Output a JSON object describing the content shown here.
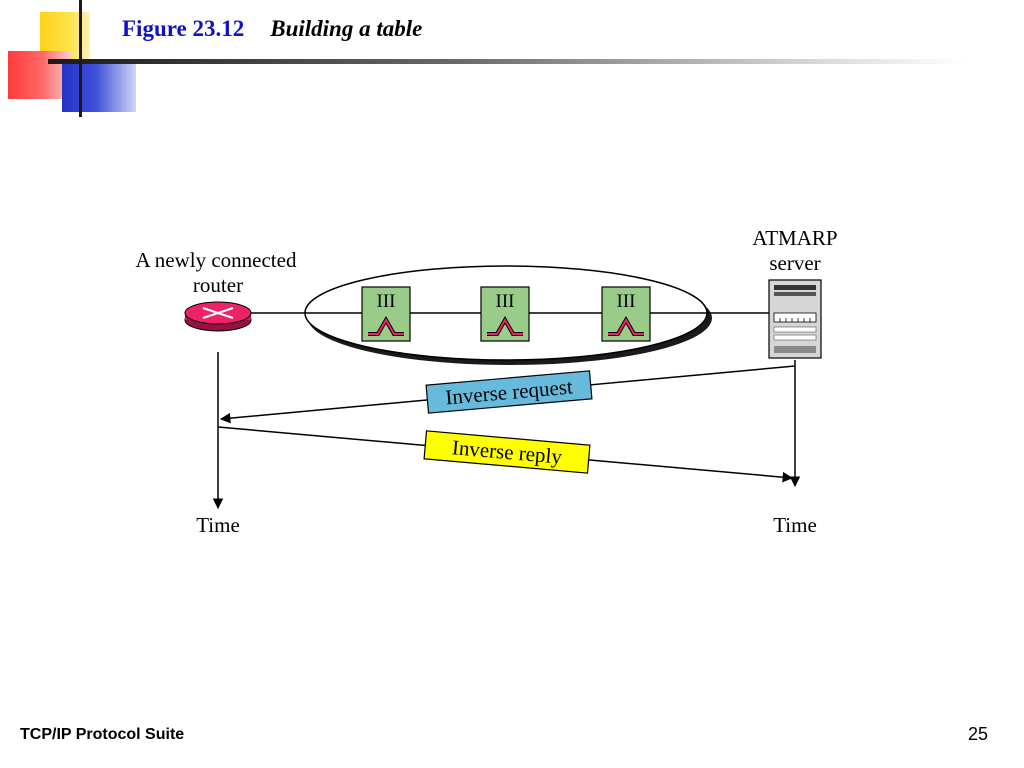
{
  "slide": {
    "figure_number": "Figure 23.12",
    "figure_title": "Building a table",
    "footer_left": "TCP/IP Protocol Suite",
    "page_number": "25"
  },
  "diagram": {
    "router_label_line1": "A newly connected",
    "router_label_line2": "router",
    "server_label_line1": "ATMARP",
    "server_label_line2": "server",
    "switch_label": "III",
    "request_label": "Inverse request",
    "reply_label": "Inverse reply",
    "time_left": "Time",
    "time_right": "Time"
  },
  "colors": {
    "title_blue": "#1010c8",
    "switch_green": "#99cc88",
    "request_box": "#66bbdd",
    "reply_box": "#ffff00",
    "router_pink": "#ee2266"
  }
}
